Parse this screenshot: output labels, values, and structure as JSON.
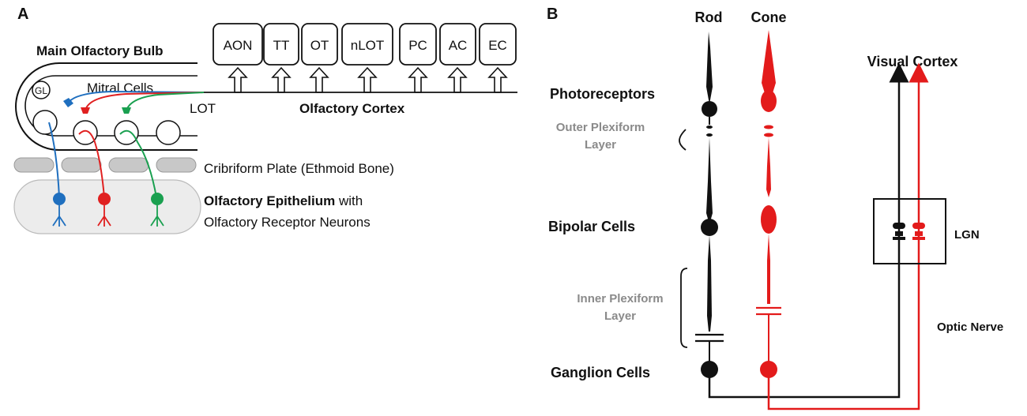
{
  "panel_a": {
    "label": "A",
    "bulb_title": "Main Olfactory Bulb",
    "gl": "GL",
    "mitral": "Mitral Cells",
    "lot": "LOT",
    "cortex": "Olfactory Cortex",
    "boxes": [
      "AON",
      "TT",
      "OT",
      "nLOT",
      "PC",
      "AC",
      "EC"
    ],
    "plate": "Cribriform Plate (Ethmoid Bone)",
    "epithelium_bold": "Olfactory Epithelium",
    "epithelium_with": " with",
    "epithelium_line2": "Olfactory Receptor Neurons",
    "colors": {
      "blue": "#1f6fbf",
      "red": "#e02020",
      "green": "#1aa050",
      "plate_fill": "#c8c8c8",
      "epi_fill": "#ececec"
    }
  },
  "panel_b": {
    "label": "B",
    "rod": "Rod",
    "cone": "Cone",
    "visual_cortex": "Visual Cortex",
    "photoreceptors": "Photoreceptors",
    "opl_1": "Outer Plexiform",
    "opl_2": "Layer",
    "bipolar": "Bipolar Cells",
    "ipl_1": "Inner Plexiform",
    "ipl_2": "Layer",
    "ganglion": "Ganglion Cells",
    "lgn": "LGN",
    "optic_nerve": "Optic Nerve",
    "colors": {
      "rod": "#111111",
      "cone": "#e31b1b",
      "label_gray": "#8a8a8a"
    }
  }
}
